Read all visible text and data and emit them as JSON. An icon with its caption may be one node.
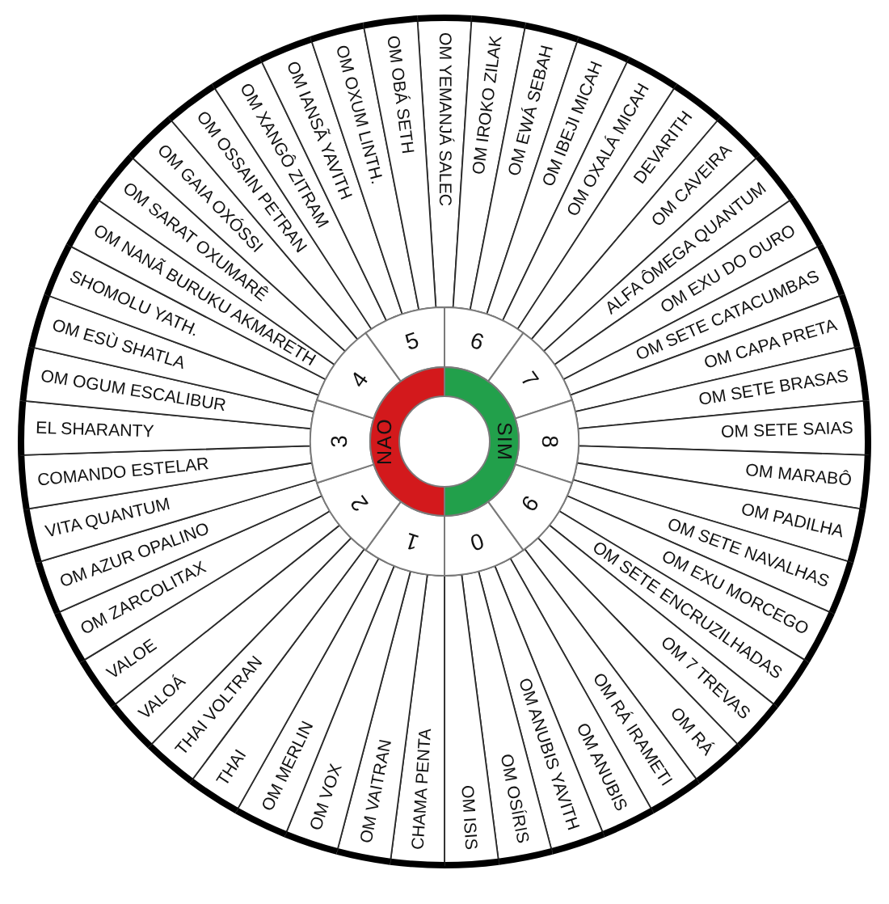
{
  "diagram": {
    "nodes": [
      {
        "text": [
          "OM YEMANJÁ SALEC"
        ]
      },
      {
        "text": [
          "OM IROKO ZILAK"
        ]
      },
      {
        "text": [
          "OM EWÁ SEBAH"
        ]
      },
      {
        "text": [
          "OM IBEJI MICAH"
        ]
      },
      {
        "text": [
          "OM OXALÁ MICAH"
        ]
      },
      {
        "text": [
          "DEVARITH"
        ]
      },
      {
        "text": [
          "OM CAVEIRA"
        ]
      },
      {
        "text": [
          "ALFA ÔMEGA QUANTUM"
        ]
      },
      {
        "text": [
          "OM EXU DO OURO"
        ]
      },
      {
        "text": [
          "OM SETE CATACUMBAS"
        ]
      },
      {
        "text": [
          "OM CAPA PRETA"
        ]
      },
      {
        "text": [
          "OM SETE BRASAS"
        ]
      },
      {
        "text": [
          "OM SETE SAIAS"
        ]
      },
      {
        "text": [
          "OM MARABÔ"
        ]
      },
      {
        "text": [
          "OM PADILHA"
        ]
      },
      {
        "text": [
          "OM SETE NAVALHAS"
        ]
      },
      {
        "text": [
          "OM EXU MORCEGO"
        ]
      },
      {
        "text": [
          "OM SETE ENCRUZILHADAS"
        ]
      },
      {
        "text": [
          "OM 7 TREVAS"
        ]
      },
      {
        "text": [
          "OM RÁ"
        ]
      },
      {
        "text": [
          "OM RÁ IRAMETI"
        ]
      },
      {
        "text": [
          "OM ANUBIS"
        ]
      },
      {
        "text": [
          "OM ANUBIS YAVITH"
        ]
      },
      {
        "text": [
          "OM OSÍRIS"
        ]
      },
      {
        "text": [
          "OM ISIS"
        ]
      },
      {
        "text": [
          "CHAMA PENTA"
        ]
      },
      {
        "text": [
          "OM VAITRAN"
        ]
      },
      {
        "text": [
          "OM VOX"
        ]
      },
      {
        "text": [
          "OM MERLIN"
        ]
      },
      {
        "text": [
          "THAI"
        ]
      },
      {
        "text": [
          "THAI VOLTRAN"
        ]
      },
      {
        "text": [
          "VALOÁ"
        ]
      },
      {
        "text": [
          "VALOE"
        ]
      },
      {
        "text": [
          "OM ZARCOLITAX"
        ]
      },
      {
        "text": [
          "OM AZUR OPALINO"
        ]
      },
      {
        "text": [
          "VITA QUANTUM"
        ]
      },
      {
        "text": [
          "COMANDO ESTELAR"
        ]
      },
      {
        "text": [
          "EL SHARANTY"
        ]
      },
      {
        "text": [
          "OM OGUM ESCALIBUR"
        ]
      },
      {
        "text": [
          "OM ESÙ SHATLA"
        ]
      },
      {
        "text": [
          "SHOMOLU YATH."
        ]
      },
      {
        "text": [
          "OM NANÃ BURUKU AKMARETH"
        ]
      },
      {
        "text": [
          "OM SARAT OXUMARÊ"
        ]
      },
      {
        "text": [
          "OM GAIA OXÓSSI"
        ]
      },
      {
        "text": [
          "OM OSSAIN PETRAN"
        ]
      },
      {
        "text": [
          "OM XANGÔ ZITRAM"
        ]
      },
      {
        "text": [
          "OM IANSÃ YAVITH"
        ]
      },
      {
        "text": [
          "OM OXUM LINTH."
        ]
      },
      {
        "text": [
          "OM OBÁ SETH"
        ]
      },
      {
        "text": [
          "0"
        ]
      },
      {
        "text": [
          "1"
        ]
      },
      {
        "text": [
          "2"
        ]
      },
      {
        "text": [
          "3"
        ]
      },
      {
        "text": [
          "4"
        ]
      },
      {
        "text": [
          "5"
        ]
      },
      {
        "text": [
          "6"
        ]
      },
      {
        "text": [
          "7"
        ]
      },
      {
        "text": [
          "8"
        ]
      },
      {
        "text": [
          "9"
        ]
      },
      {
        "text": [
          "NAO"
        ]
      },
      {
        "text": [
          "SIM"
        ]
      }
    ]
  }
}
